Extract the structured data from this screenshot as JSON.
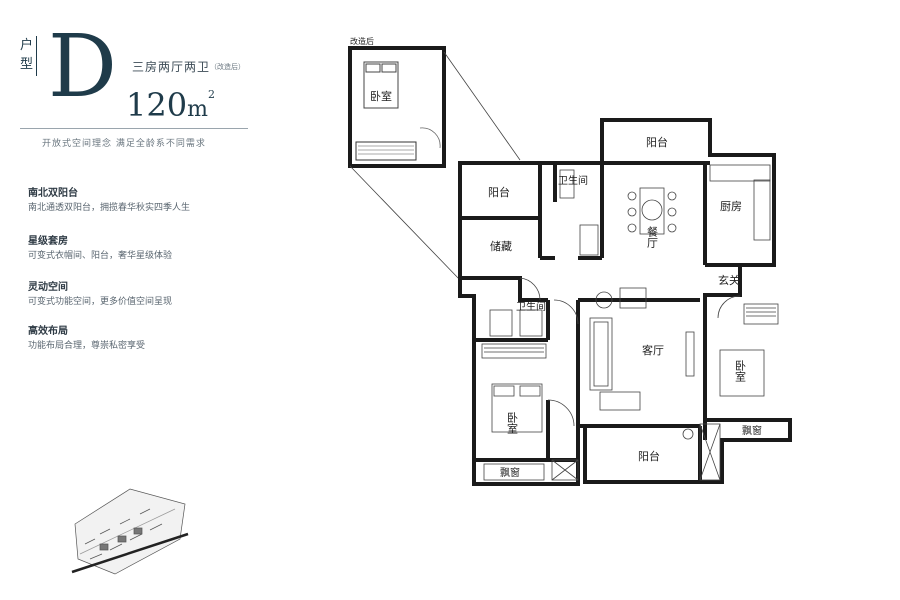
{
  "unit": {
    "prefix": "户型",
    "letter": "D",
    "layout": "三房两厅两卫",
    "layout_note": "（改造后）",
    "area_value": "120",
    "area_unit": "m",
    "area_sup": "2",
    "slogan": "开放式空间理念  满足全龄系不同需求"
  },
  "features": [
    {
      "title": "南北双阳台",
      "desc": "南北通透双阳台，拥揽春华秋实四季人生"
    },
    {
      "title": "星级套房",
      "desc": "可变式衣帽间、阳台，奢华星级体验"
    },
    {
      "title": "灵动空间",
      "desc": "可变式功能空间，更多价值空间呈现"
    },
    {
      "title": "高效布局",
      "desc": "功能布局合理，尊崇私密享受"
    }
  ],
  "plan": {
    "inset_title": "改造后",
    "rooms": {
      "inset_bedroom": "卧室",
      "balcony_nw": "阳台",
      "balcony_n": "阳台",
      "bathroom_n": "卫生间",
      "storage": "储藏",
      "dining": "餐厅",
      "kitchen": "厨房",
      "entrance": "玄关",
      "bathroom_s": "卫生间",
      "living": "客厅",
      "bedroom_sw": "卧室",
      "bedroom_e": "卧室",
      "bay_window_sw": "飘窗",
      "bay_window_e": "飘窗",
      "balcony_s": "阳台"
    }
  },
  "colors": {
    "brand": "#1f3b4a",
    "wall": "#1a1a1a",
    "text": "#2f3b45"
  }
}
